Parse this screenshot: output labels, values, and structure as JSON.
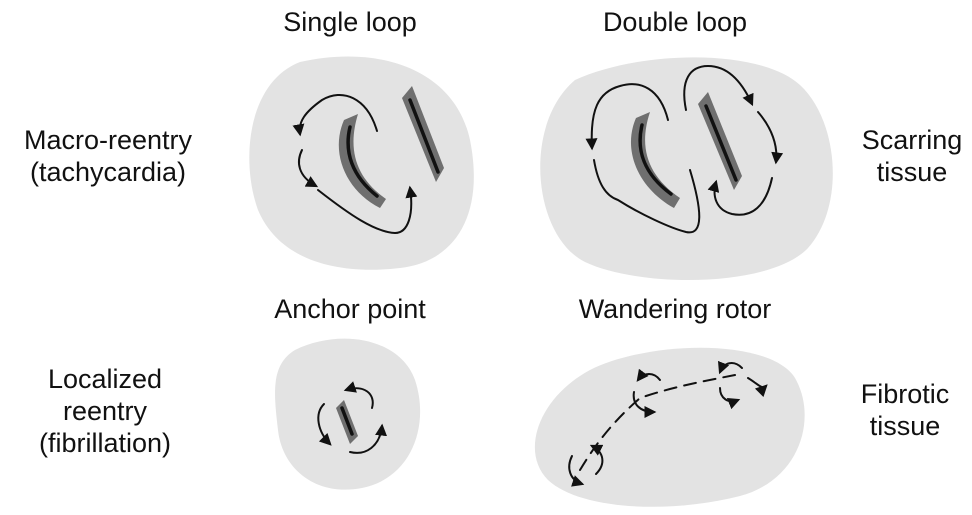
{
  "panels": {
    "single_loop": {
      "title": "Single loop"
    },
    "double_loop": {
      "title": "Double loop"
    },
    "anchor_point": {
      "title": "Anchor point"
    },
    "wandering_rotor": {
      "title": "Wandering rotor"
    }
  },
  "rows": {
    "top": {
      "left_label": [
        "Macro-reentry",
        "(tachycardia)"
      ],
      "right_label": [
        "Scarring",
        "tissue"
      ]
    },
    "bottom": {
      "left_label": [
        "Localized",
        "reentry",
        "(fibrillation)"
      ],
      "right_label": [
        "Fibrotic",
        "tissue"
      ]
    }
  },
  "colors": {
    "tissue": "#e3e3e3",
    "scar": "#6f6f6f",
    "line": "#111111"
  }
}
